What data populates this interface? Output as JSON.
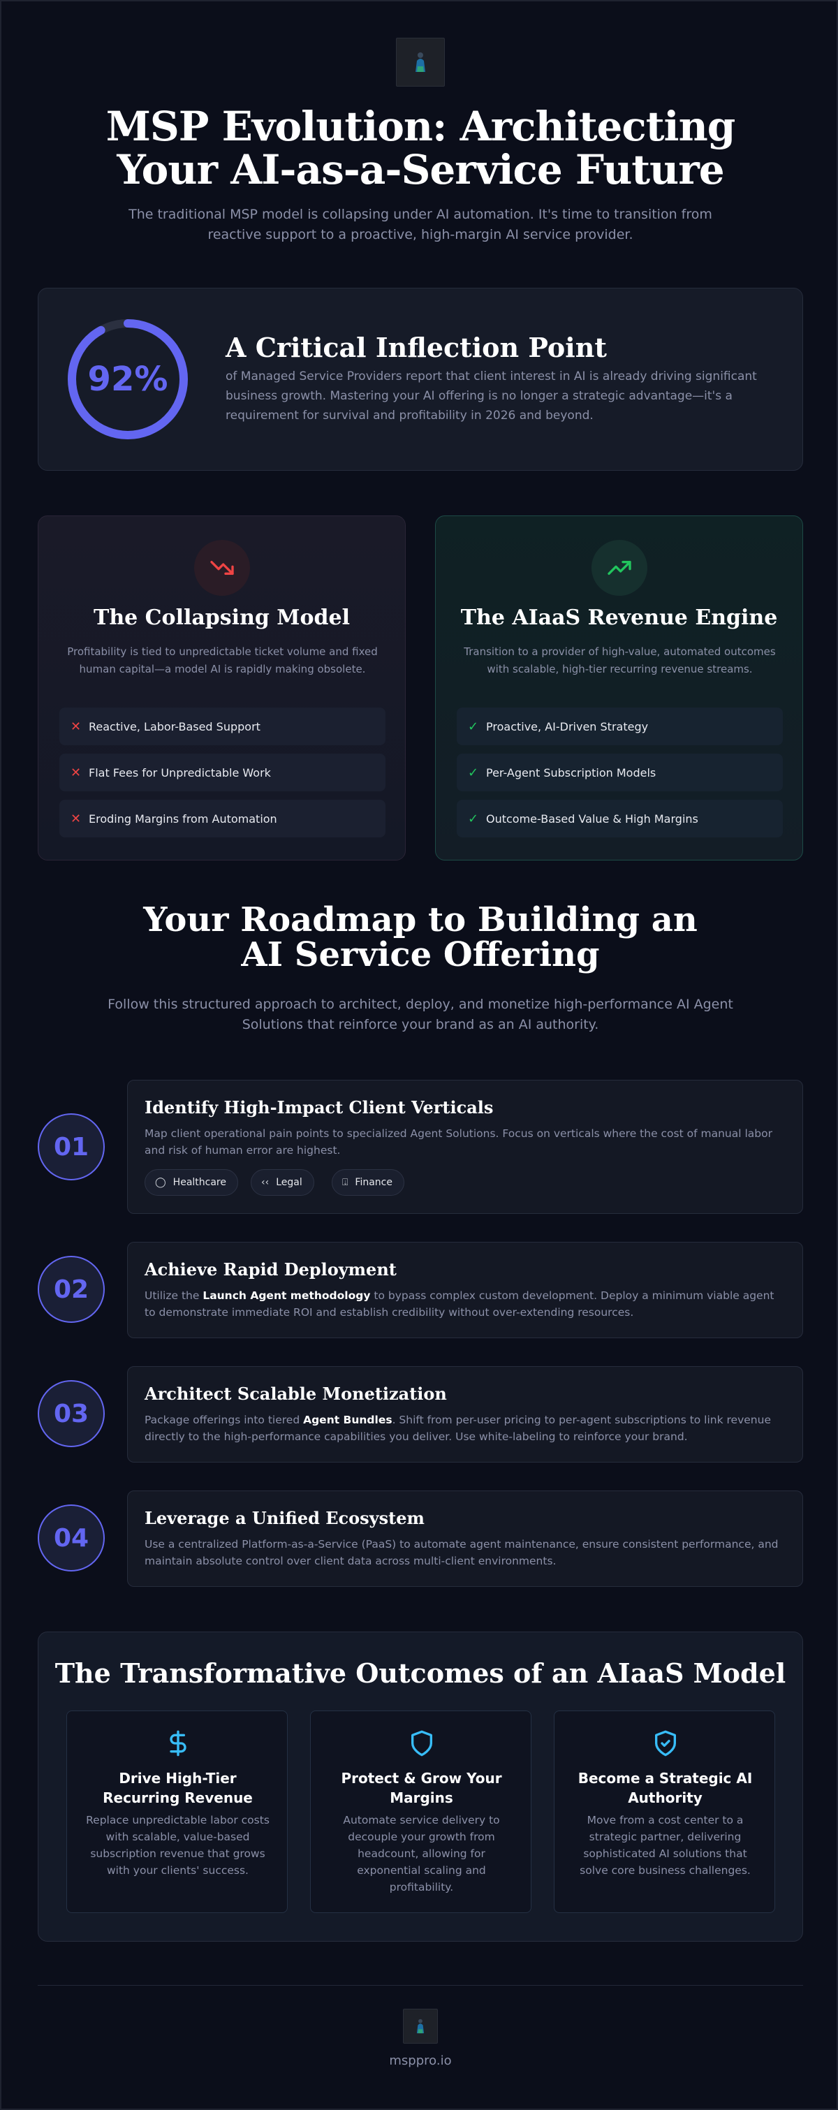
{
  "hero": {
    "title": "MSP Evolution: Architecting Your AI-as-a-Service Future",
    "subtitle": "The traditional MSP model is collapsing under AI automation. It's time to transition from reactive support to a proactive, high-margin AI service provider."
  },
  "stat": {
    "value": "92%",
    "progress_percent": 92,
    "title": "A Critical Inflection Point",
    "description": "of Managed Service Providers report that client interest in AI is already driving significant business growth. Mastering your AI offering is no longer a strategic advantage—it's a requirement for survival and profitability in 2026 and beyond."
  },
  "collapsing": {
    "title": "The Collapsing Model",
    "description": "Profitability is tied to unpredictable ticket volume and fixed human capital—a model AI is rapidly making obsolete.",
    "mark": "✕",
    "items": [
      "Reactive, Labor-Based Support",
      "Flat Fees for Unpredictable Work",
      "Eroding Margins from Automation"
    ]
  },
  "revenue": {
    "title": "The AIaaS Revenue Engine",
    "description": "Transition to a provider of high-value, automated outcomes with scalable, high-tier recurring revenue streams.",
    "mark": "✓",
    "items": [
      "Proactive, AI-Driven Strategy",
      "Per-Agent Subscription Models",
      "Outcome-Based Value & High Margins"
    ]
  },
  "roadmap": {
    "title": "Your Roadmap to Building an AI Service Offering",
    "subtitle": "Follow this structured approach to architect, deploy, and monetize high-performance AI Agent Solutions that reinforce your brand as an AI authority.",
    "steps": [
      {
        "num": "01",
        "title": "Identify High-Impact Client Verticals",
        "desc": "Map client operational pain points to specialized Agent Solutions. Focus on verticals where the cost of manual labor and risk of human error are highest.",
        "tags": [
          {
            "icon": "◯",
            "label": "Healthcare"
          },
          {
            "icon": "‹‹",
            "label": "Legal"
          },
          {
            "icon": "⍗",
            "label": "Finance"
          }
        ]
      },
      {
        "num": "02",
        "title": "Achieve Rapid Deployment",
        "desc_pre": "Utilize the ",
        "desc_bold": "Launch Agent methodology",
        "desc_post": " to bypass complex custom development. Deploy a minimum viable agent to demonstrate immediate ROI and establish credibility without over-extending resources."
      },
      {
        "num": "03",
        "title": "Architect Scalable Monetization",
        "desc_pre": "Package offerings into tiered ",
        "desc_bold": "Agent Bundles",
        "desc_post": ". Shift from per-user pricing to per-agent subscriptions to link revenue directly to the high-performance capabilities you deliver. Use white-labeling to reinforce your brand."
      },
      {
        "num": "04",
        "title": "Leverage a Unified Ecosystem",
        "desc": "Use a centralized Platform-as-a-Service (PaaS) to automate agent maintenance, ensure consistent performance, and maintain absolute control over client data across multi-client environments."
      }
    ]
  },
  "outcomes": {
    "title": "The Transformative Outcomes of an AIaaS Model",
    "items": [
      {
        "icon": "dollar-icon",
        "title": "Drive High-Tier Recurring Revenue",
        "desc": "Replace unpredictable labor costs with scalable, value-based subscription revenue that grows with your clients' success."
      },
      {
        "icon": "shield-icon",
        "title": "Protect & Grow Your Margins",
        "desc": "Automate service delivery to decouple your growth from headcount, allowing for exponential scaling and profitability."
      },
      {
        "icon": "shield-check-icon",
        "title": "Become a Strategic AI Authority",
        "desc": "Move from a cost center to a strategic partner, delivering sophisticated AI solutions that solve core business challenges."
      }
    ]
  },
  "footer": {
    "domain": "msppro.io"
  },
  "colors": {
    "accent": "#6366f1",
    "negative": "#ef4444",
    "positive": "#22c55e",
    "cyan": "#38bdf8",
    "background": "#0b0e1a"
  }
}
